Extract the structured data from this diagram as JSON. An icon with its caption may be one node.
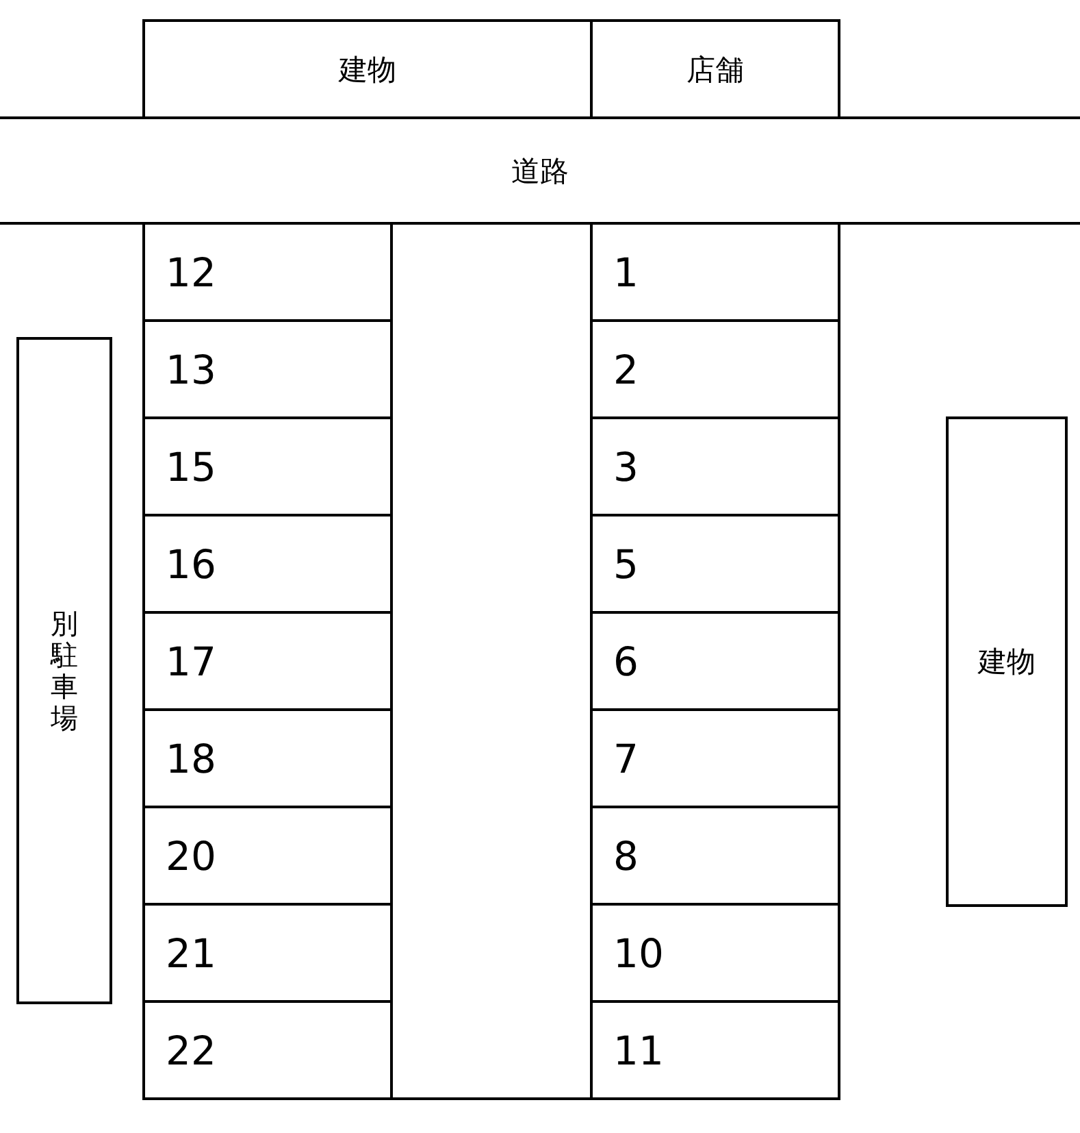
{
  "diagram": {
    "nodes": [
      {
        "text": [
          "建物"
        ]
      },
      {
        "text": [
          "店舗"
        ]
      },
      {
        "text": [
          "道路"
        ]
      },
      {
        "text": [
          "12"
        ]
      },
      {
        "text": [
          "13"
        ]
      },
      {
        "text": [
          "15"
        ]
      },
      {
        "text": [
          "16"
        ]
      },
      {
        "text": [
          "17"
        ]
      },
      {
        "text": [
          "18"
        ]
      },
      {
        "text": [
          "20"
        ]
      },
      {
        "text": [
          "21"
        ]
      },
      {
        "text": [
          "22"
        ]
      },
      {
        "text": [
          "1"
        ]
      },
      {
        "text": [
          "2"
        ]
      },
      {
        "text": [
          "3"
        ]
      },
      {
        "text": [
          "5"
        ]
      },
      {
        "text": [
          "6"
        ]
      },
      {
        "text": [
          "7"
        ]
      },
      {
        "text": [
          "8"
        ]
      },
      {
        "text": [
          "10"
        ]
      },
      {
        "text": [
          "11"
        ]
      },
      {
        "text": [
          "別駐車場"
        ]
      },
      {
        "text": [
          "建物"
        ]
      },
      {
        "text": [],
        "shape": "box"
      }
    ]
  }
}
